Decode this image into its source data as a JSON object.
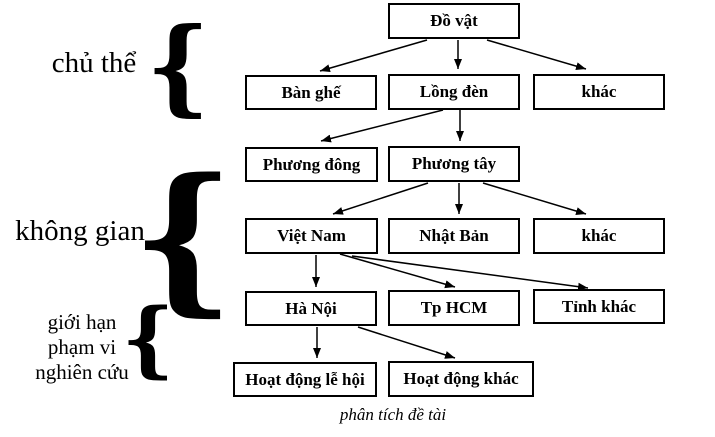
{
  "diagram": {
    "caption": "phân tích đề tài",
    "brace_glyph": "{",
    "side_labels": {
      "subject": "chủ thể",
      "space": "không gian",
      "scope_line1": "giới hạn",
      "scope_line2": "phạm vi",
      "scope_line3": "nghiên cứu"
    },
    "nodes": {
      "do_vat": "Đồ vật",
      "ban_ghe": "Bàn ghế",
      "long_den": "Lồng đèn",
      "khac_row2": "khác",
      "phuong_dong": "Phương đông",
      "phuong_tay": "Phương tây",
      "viet_nam": "Việt Nam",
      "nhat_ban": "Nhật Bản",
      "khac_row4": "khác",
      "ha_noi": "Hà Nội",
      "tp_hcm": "Tp HCM",
      "tinh_khac": "Tỉnh khác",
      "hoat_dong_le_hoi": "Hoạt động lễ hội",
      "hoat_dong_khac": "Hoạt động khác"
    },
    "colors": {
      "background": "#ffffff",
      "line": "#000000",
      "text": "#000000"
    }
  }
}
